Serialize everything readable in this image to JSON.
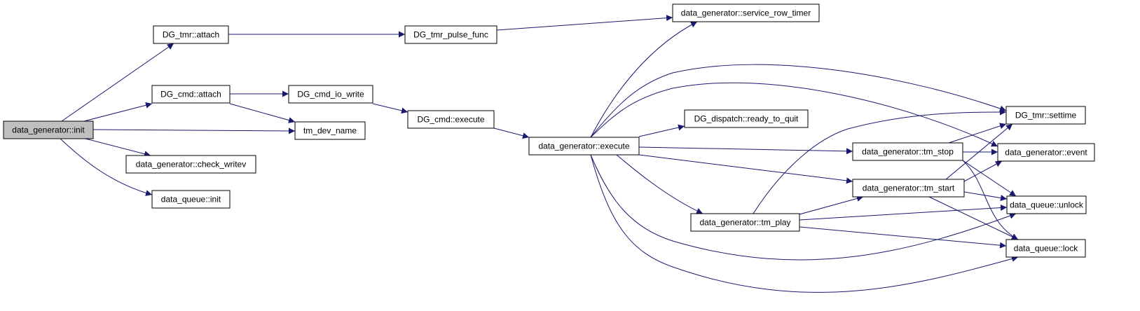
{
  "nodes": [
    {
      "id": "n_init",
      "label": "data_generator::init",
      "root": true
    },
    {
      "id": "n_tmr_attach",
      "label": "DG_tmr::attach"
    },
    {
      "id": "n_pulse",
      "label": "DG_tmr_pulse_func"
    },
    {
      "id": "n_service",
      "label": "data_generator::service_row_timer"
    },
    {
      "id": "n_cmd_attach",
      "label": "DG_cmd::attach"
    },
    {
      "id": "n_io_write",
      "label": "DG_cmd_io_write"
    },
    {
      "id": "n_tm_dev",
      "label": "tm_dev_name"
    },
    {
      "id": "n_cmd_exec",
      "label": "DG_cmd::execute"
    },
    {
      "id": "n_check",
      "label": "data_generator::check_writev"
    },
    {
      "id": "n_q_init",
      "label": "data_queue::init"
    },
    {
      "id": "n_gen_exec",
      "label": "data_generator::execute"
    },
    {
      "id": "n_ready",
      "label": "DG_dispatch::ready_to_quit"
    },
    {
      "id": "n_tm_stop",
      "label": "data_generator::tm_stop"
    },
    {
      "id": "n_tm_start",
      "label": "data_generator::tm_start"
    },
    {
      "id": "n_tm_play",
      "label": "data_generator::tm_play"
    },
    {
      "id": "n_settime",
      "label": "DG_tmr::settime"
    },
    {
      "id": "n_event",
      "label": "data_generator::event"
    },
    {
      "id": "n_unlock",
      "label": "data_queue::unlock"
    },
    {
      "id": "n_lock",
      "label": "data_queue::lock"
    }
  ],
  "edges": [
    [
      "n_init",
      "n_tmr_attach"
    ],
    [
      "n_init",
      "n_cmd_attach"
    ],
    [
      "n_init",
      "n_tm_dev"
    ],
    [
      "n_init",
      "n_check"
    ],
    [
      "n_init",
      "n_q_init"
    ],
    [
      "n_tmr_attach",
      "n_pulse"
    ],
    [
      "n_pulse",
      "n_service"
    ],
    [
      "n_cmd_attach",
      "n_io_write"
    ],
    [
      "n_cmd_attach",
      "n_tm_dev"
    ],
    [
      "n_io_write",
      "n_cmd_exec"
    ],
    [
      "n_cmd_exec",
      "n_gen_exec"
    ],
    [
      "n_gen_exec",
      "n_service"
    ],
    [
      "n_gen_exec",
      "n_settime"
    ],
    [
      "n_gen_exec",
      "n_event"
    ],
    [
      "n_gen_exec",
      "n_ready"
    ],
    [
      "n_gen_exec",
      "n_tm_stop"
    ],
    [
      "n_gen_exec",
      "n_tm_start"
    ],
    [
      "n_gen_exec",
      "n_tm_play"
    ],
    [
      "n_gen_exec",
      "n_unlock"
    ],
    [
      "n_gen_exec",
      "n_lock"
    ],
    [
      "n_tm_stop",
      "n_settime"
    ],
    [
      "n_tm_stop",
      "n_event"
    ],
    [
      "n_tm_stop",
      "n_unlock"
    ],
    [
      "n_tm_stop",
      "n_lock"
    ],
    [
      "n_tm_start",
      "n_settime"
    ],
    [
      "n_tm_start",
      "n_event"
    ],
    [
      "n_tm_start",
      "n_unlock"
    ],
    [
      "n_tm_start",
      "n_lock"
    ],
    [
      "n_tm_play",
      "n_tm_start"
    ],
    [
      "n_tm_play",
      "n_settime"
    ],
    [
      "n_tm_play",
      "n_unlock"
    ],
    [
      "n_tm_play",
      "n_lock"
    ]
  ],
  "colors": {
    "edge": "#191970",
    "root_fill": "#bfbfbf",
    "node_fill": "#ffffff",
    "node_border": "#000000"
  }
}
